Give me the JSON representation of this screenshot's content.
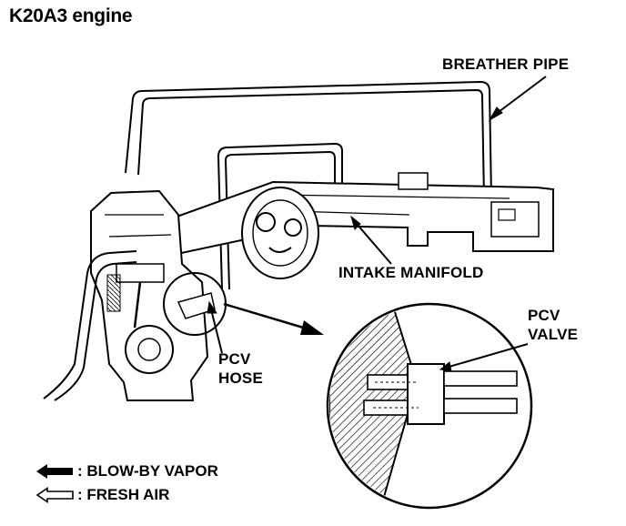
{
  "title": "K20A3 engine",
  "labels": {
    "breather_pipe": "BREATHER PIPE",
    "intake_manifold": "INTAKE MANIFOLD",
    "pcv_hose_line1": "PCV",
    "pcv_hose_line2": "HOSE",
    "pcv_valve_line1": "PCV",
    "pcv_valve_line2": "VALVE"
  },
  "legend": {
    "blowby_label": ": BLOW-BY VAPOR",
    "blowby_icon": "solid-arrow-icon",
    "fresh_label": ": FRESH AIR",
    "fresh_icon": "hollow-arrow-icon"
  }
}
